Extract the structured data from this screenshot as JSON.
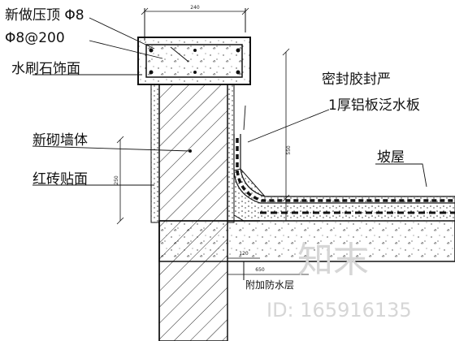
{
  "callouts": {
    "coping": "新做压顶 Φ8",
    "rebar": "Φ8@200",
    "finish": "水刷石饰面",
    "sealant": "密封胶封严",
    "flashing": "1厚铝板泛水板",
    "wall": "新砌墙体",
    "tile": "红砖贴面",
    "roof": "坡屋",
    "waterproof": "附加防水层"
  },
  "dimensions": {
    "coping_width": "240",
    "upstand_height": "550",
    "tile_height": "250",
    "offset": "120",
    "base": "650"
  },
  "watermark": {
    "logo": "知末",
    "id": "ID: 165916135"
  }
}
